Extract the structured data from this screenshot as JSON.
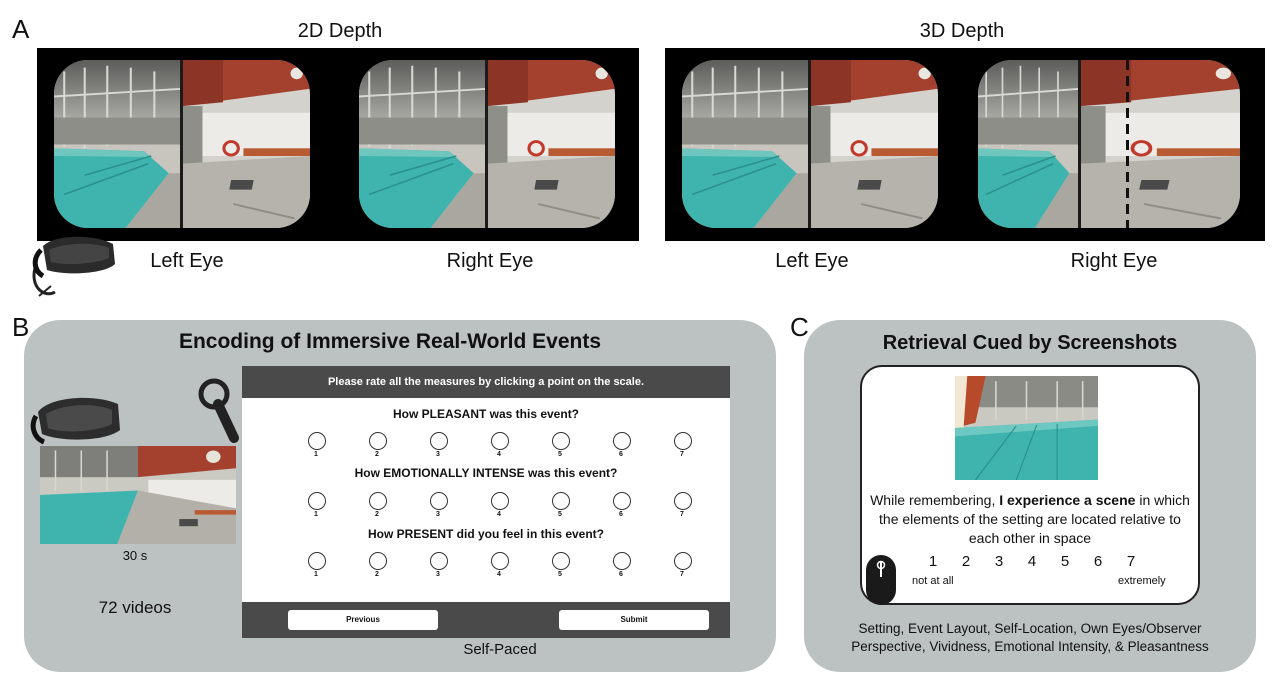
{
  "panel_a": {
    "letter": "A",
    "title_2d": "2D Depth",
    "title_3d": "3D Depth",
    "left_eye": "Left Eye",
    "right_eye": "Right Eye"
  },
  "panel_b": {
    "letter": "B",
    "title": "Encoding of Immersive Real-World Events",
    "instructions": "Please rate all the measures by clicking a point on the scale.",
    "questions": [
      "How PLEASANT was this event?",
      "How EMOTIONALLY INTENSE was this event?",
      "How PRESENT did you feel in this event?"
    ],
    "scale": [
      "1",
      "2",
      "3",
      "4",
      "5",
      "6",
      "7"
    ],
    "previous_label": "Previous",
    "submit_label": "Submit",
    "duration": "30 s",
    "videos": "72 videos",
    "pacing": "Self-Paced"
  },
  "panel_c": {
    "letter": "C",
    "title": "Retrieval Cued by Screenshots",
    "prompt_pre": "While remembering, ",
    "prompt_bold": "I experience a scene",
    "prompt_post": " in which the elements of the setting are located relative to each other in space",
    "scale": [
      "1",
      "2",
      "3",
      "4",
      "5",
      "6",
      "7"
    ],
    "low_anchor": "not at all",
    "high_anchor": "extremely",
    "measures_line1": "Setting, Event Layout, Self-Location, Own Eyes/Observer",
    "measures_line2": "Perspective, Vividness, Emotional Intensity, & Pleasantness"
  },
  "icons": [
    "vr-headset-icon",
    "vr-controller-icon",
    "computer-mouse-icon"
  ],
  "colors": {
    "panel_gray": "#bcc1c1",
    "form_bar": "#4a4a4a",
    "pool_water": "#3fb3ad",
    "brick": "#a4402e"
  }
}
